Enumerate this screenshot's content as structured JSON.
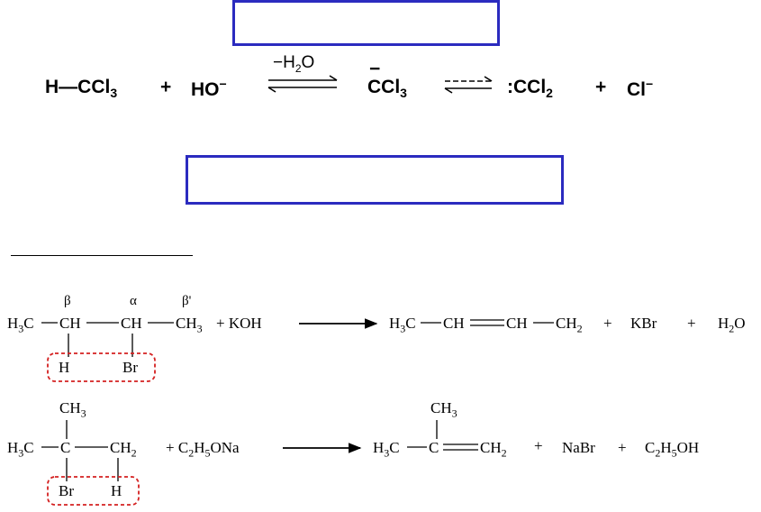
{
  "reaction1": {
    "reactant1": "H—CCl",
    "reactant1_sub": "3",
    "plus1": "+",
    "reactant2": "HO",
    "reactant2_sup": "−",
    "arrow_label": "−H",
    "arrow_label_sub": "2",
    "arrow_label_end": "O",
    "intermediate": "CCl",
    "intermediate_sub": "3",
    "intermediate_sup": "−",
    "product1": ":CCl",
    "product1_sub": "2",
    "plus2": "+",
    "product2": "Cl",
    "product2_sup": "−"
  },
  "reaction2": {
    "greek_beta": "β",
    "greek_alpha": "α",
    "greek_beta_prime": "β'",
    "left": "H",
    "left_sub": "3",
    "left_end": "C",
    "ch_a": "CH",
    "ch_b": "CH",
    "ch3": "CH",
    "ch3_sub": "3",
    "plus_koh": "+ KOH",
    "sub_h": "H",
    "sub_br": "Br",
    "product_left": "H",
    "product_left_sub": "3",
    "product_left_end": "C",
    "product_ch1": "CH",
    "product_ch2": "CH",
    "product_ch3": "CH",
    "product_ch3_sub": "2",
    "plus1": "+",
    "kbr": "KBr",
    "plus2": "+",
    "water": "H",
    "water_sub": "2",
    "water_end": "O"
  },
  "reaction3": {
    "top_ch3": "CH",
    "top_ch3_sub": "3",
    "left": "H",
    "left_sub": "3",
    "left_end": "C",
    "center_c": "C",
    "ch2": "CH",
    "ch2_sub": "2",
    "plus_reagent": "+ C",
    "reagent_sub1": "2",
    "reagent_mid": "H",
    "reagent_sub2": "5",
    "reagent_end": "ONa",
    "sub_br": "Br",
    "sub_h": "H",
    "product_top_ch3": "CH",
    "product_top_ch3_sub": "3",
    "product_left": "H",
    "product_left_sub": "3",
    "product_left_end": "C",
    "product_center": "C",
    "product_ch2": "CH",
    "product_ch2_sub": "2",
    "plus1": "+",
    "nabr": "NaBr",
    "plus2": "+",
    "ethanol_a": "C",
    "ethanol_sub1": "2",
    "ethanol_b": "H",
    "ethanol_sub2": "5",
    "ethanol_end": "OH"
  },
  "colors": {
    "box_border": "#2b2bbf",
    "highlight_dash": "#d42020"
  }
}
